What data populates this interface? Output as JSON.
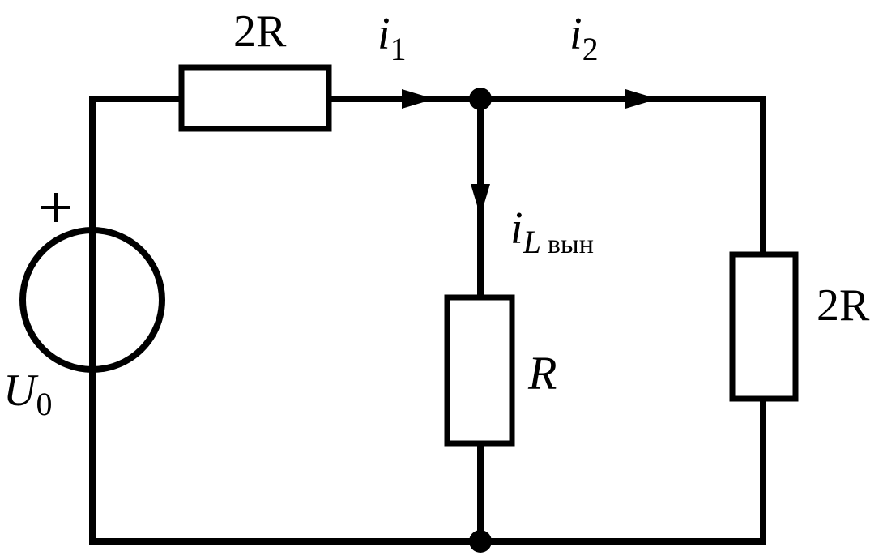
{
  "circuit": {
    "source": {
      "label": "U",
      "subscript": "0",
      "polarity": "+"
    },
    "resistors": {
      "top": {
        "label": "2R"
      },
      "middle": {
        "label": "R"
      },
      "right": {
        "label": "2R"
      }
    },
    "currents": {
      "i1": {
        "symbol": "i",
        "subscript": "1"
      },
      "i2": {
        "symbol": "i",
        "subscript": "2"
      },
      "iL": {
        "symbol": "i",
        "subscript_italic": "L",
        "subscript_text": "вын"
      }
    }
  }
}
